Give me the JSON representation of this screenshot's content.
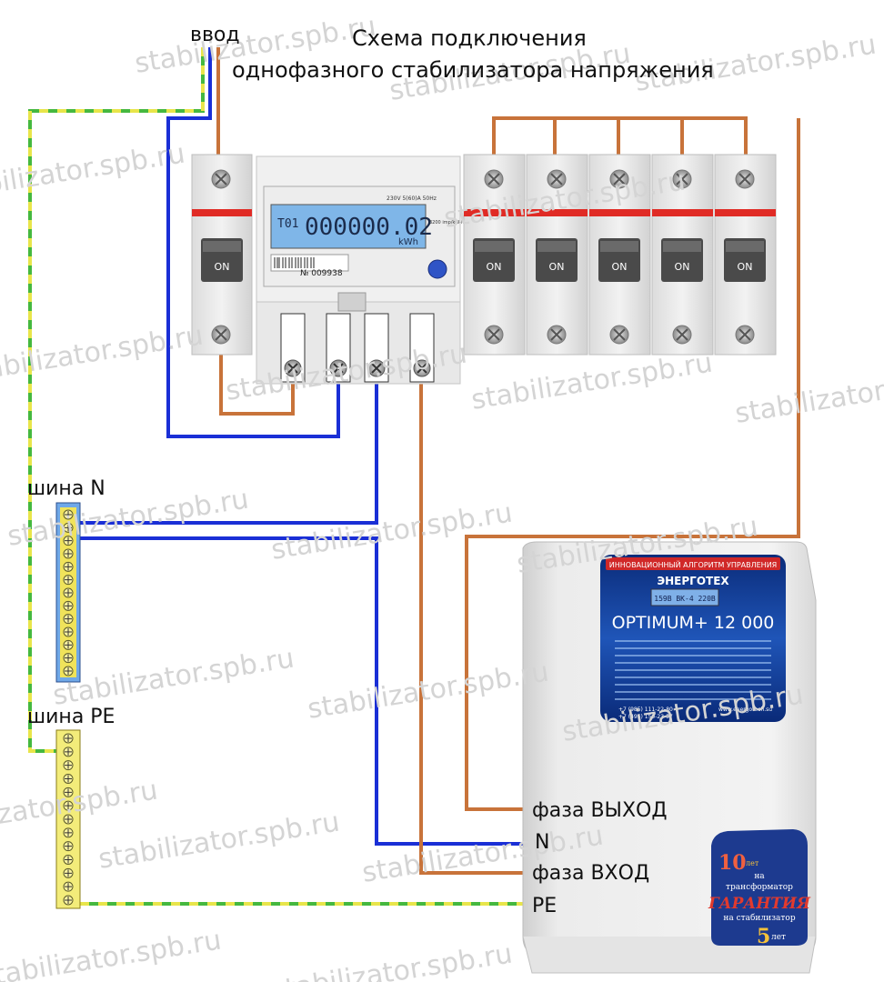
{
  "title": {
    "line1": "Схема подключения",
    "line2": "однофазного стабилизатора напряжения"
  },
  "labels": {
    "input": "ввод",
    "bus_n": "шина N",
    "bus_pe": "шина PE",
    "phase_out": "фаза ВЫХОД",
    "neutral": "N",
    "phase_in": "фаза ВХОД",
    "pe": "PE"
  },
  "breaker": {
    "label": "ON"
  },
  "meter": {
    "display": "000000.02",
    "tariff": "T01",
    "unit": "kWh",
    "rating": "230V 5(60)A 50Hz",
    "imp": "3200 imp/kW·h",
    "serial": "№ 009938"
  },
  "stabilizer": {
    "banner": "ИННОВАЦИОННЫЙ АЛГОРИТМ УПРАВЛЕНИЯ",
    "brand": "ЭНЕРГОТЕХ",
    "lcd": "159В  ВК-4  220В",
    "model": "OPTIMUM+  12 000",
    "phone1": "+7 (985) 111-22-80",
    "phone2": "+7 (495) 150-23-57",
    "site": "www.energotech.su",
    "warranty_years": "10",
    "warranty_unit": "лет",
    "warranty_on": "на",
    "warranty_transformer": "трансформатор",
    "warranty_word": "ГАРАНТИЯ",
    "warranty_stab": "на стабилизатор",
    "warranty_years2": "5",
    "warranty_unit2": "лет"
  },
  "watermark": "stabilizator.spb.ru",
  "colors": {
    "phase": "#c8733a",
    "neutral": "#1a2fd6",
    "pe_yellow": "#e8e54a",
    "pe_green": "#45b83f",
    "breaker_red": "#e02b25",
    "lcd": "#7fb6e8"
  }
}
